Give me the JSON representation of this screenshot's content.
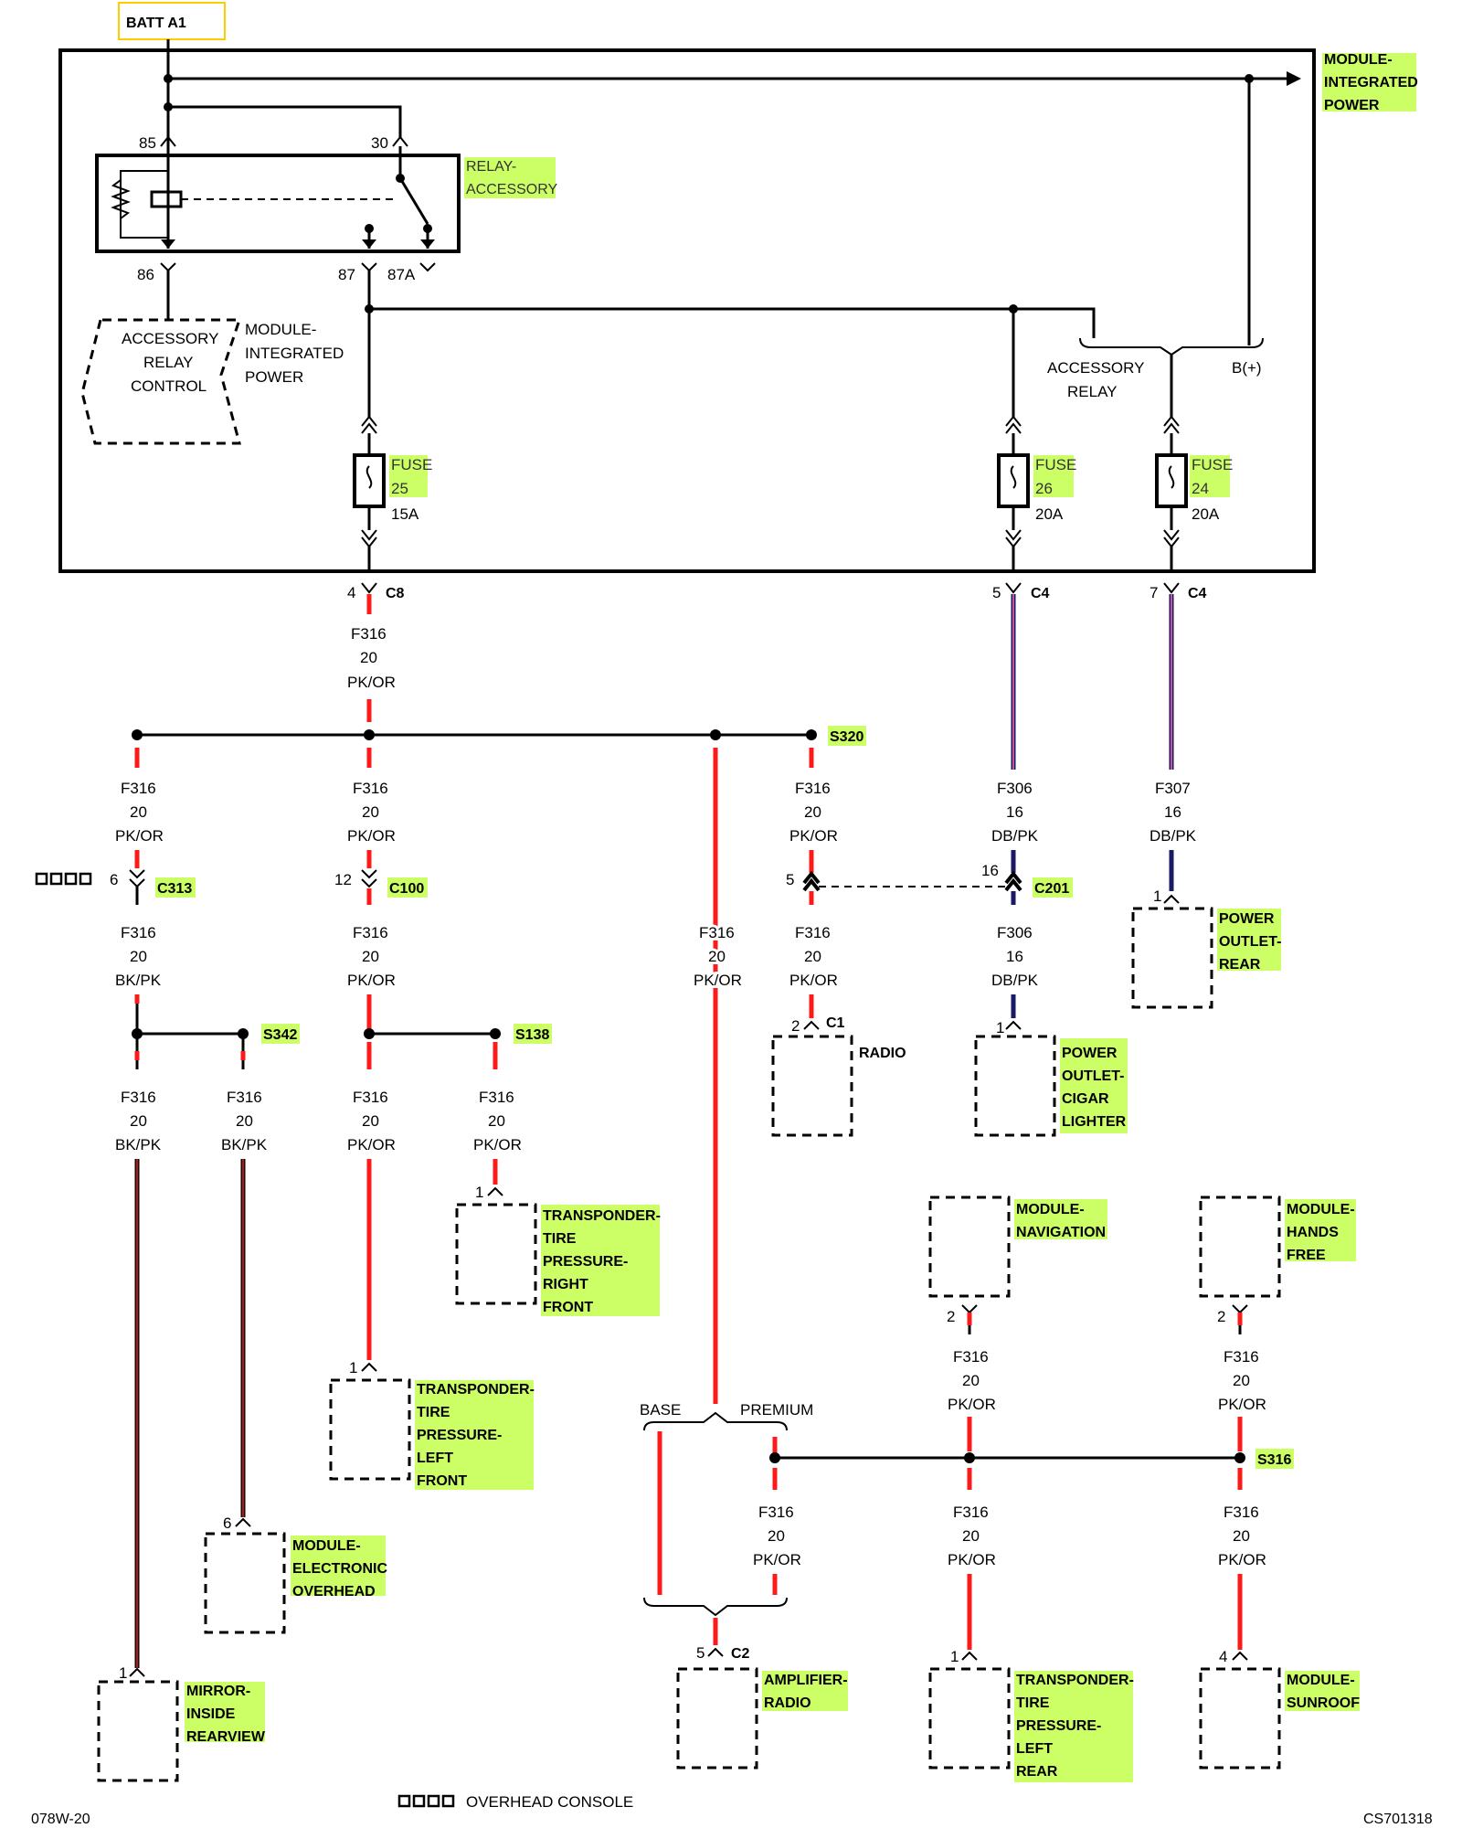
{
  "colors": {
    "highlight": "#ccff66",
    "title_box": "#ffcc00",
    "wire_pk_or": "#ff1a1a",
    "wire_db_pk_dark": "#1a1a66",
    "wire_db_pk_light": "#ff66aa",
    "wire_bk_pk": "#000000"
  },
  "header": {
    "source_label": "BATT A1"
  },
  "module_box": {
    "name_line1": "MODULE-",
    "name_line2": "INTEGRATED",
    "name_line3": "POWER",
    "relay_line1": "RELAY-",
    "relay_line2": "ACCESSORY",
    "pin_85": "85",
    "pin_30": "30",
    "pin_86": "86",
    "pin_87": "87",
    "pin_87a": "87A",
    "control_line1": "ACCESSORY",
    "control_line2": "RELAY",
    "control_line3": "CONTROL",
    "control_mod_line1": "MODULE-",
    "control_mod_line2": "INTEGRATED",
    "control_mod_line3": "POWER",
    "feed_left": "ACCESSORY",
    "feed_left2": "RELAY",
    "feed_right": "B(+)",
    "fuses": [
      {
        "name": "FUSE",
        "number": "25",
        "rating": "15A"
      },
      {
        "name": "FUSE",
        "number": "26",
        "rating": "20A"
      },
      {
        "name": "FUSE",
        "number": "24",
        "rating": "20A"
      }
    ]
  },
  "connectors": {
    "c8": {
      "pin": "4",
      "name": "C8"
    },
    "c4a": {
      "pin": "5",
      "name": "C4"
    },
    "c4b": {
      "pin": "7",
      "name": "C4"
    },
    "c313": {
      "pin": "6",
      "name": "C313"
    },
    "c100": {
      "pin": "12",
      "name": "C100"
    },
    "c201_left": "5",
    "c201_right": "16",
    "c201_name": "C201",
    "c1": {
      "pin": "2",
      "name": "C1"
    },
    "c2": {
      "pin": "5",
      "name": "C2"
    }
  },
  "splices": {
    "s320": "S320",
    "s342": "S342",
    "s138": "S138",
    "s316": "S316"
  },
  "wire_labels": {
    "f316": "F316",
    "f306": "F306",
    "f307": "F307",
    "g20": "20",
    "g16": "16",
    "pk_or": "PK/OR",
    "bk_pk": "BK/PK",
    "db_pk": "DB/PK"
  },
  "components": {
    "radio": "RADIO",
    "power_outlet_rear": [
      "POWER",
      "OUTLET-",
      "REAR"
    ],
    "cigar": [
      "POWER",
      "OUTLET-",
      "CIGAR",
      "LIGHTER"
    ],
    "tpms_rf": [
      "TRANSPONDER-",
      "TIRE",
      "PRESSURE-",
      "RIGHT",
      "FRONT"
    ],
    "tpms_lf": [
      "TRANSPONDER-",
      "TIRE",
      "PRESSURE-",
      "LEFT",
      "FRONT"
    ],
    "tpms_lr": [
      "TRANSPONDER-",
      "TIRE",
      "PRESSURE-",
      "LEFT",
      "REAR"
    ],
    "overhead_module": [
      "MODULE-",
      "ELECTRONIC",
      "OVERHEAD"
    ],
    "mirror": [
      "MIRROR-",
      "INSIDE",
      "REARVIEW"
    ],
    "navigation": [
      "MODULE-",
      "NAVIGATION"
    ],
    "hands_free": [
      "MODULE-",
      "HANDS",
      "FREE"
    ],
    "amplifier": [
      "AMPLIFIER-",
      "RADIO"
    ],
    "sunroof": [
      "MODULE-",
      "SUNROOF"
    ],
    "pin_1": "1",
    "pin_2": "2",
    "pin_4": "4",
    "pin_6": "6"
  },
  "options": {
    "base": "BASE",
    "premium": "PREMIUM"
  },
  "legend": {
    "overhead_console": "OVERHEAD CONSOLE"
  },
  "footer": {
    "left_code": "078W-20",
    "right_code": "CS701318"
  }
}
